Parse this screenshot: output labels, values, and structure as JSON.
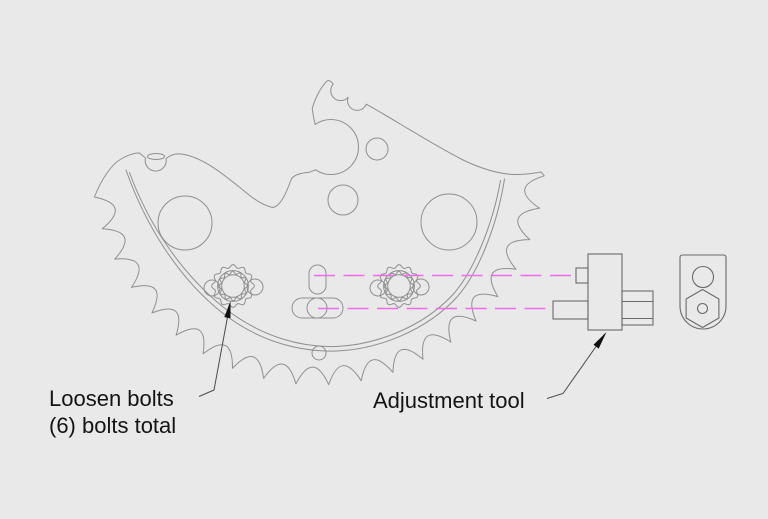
{
  "annotations": {
    "loosen_bolts": {
      "line1": "Loosen bolts",
      "line2": "(6) bolts total"
    },
    "adjustment_tool": {
      "label": "Adjustment tool"
    }
  },
  "colors": {
    "background": "#e9e9e9",
    "drawing_line": "#8f8f8f",
    "tool_line": "#6a6a6a",
    "guide_line": "#ef6bef",
    "text": "#141414",
    "leader_line": "#4a4a4a",
    "arrow_fill": "#111111"
  }
}
